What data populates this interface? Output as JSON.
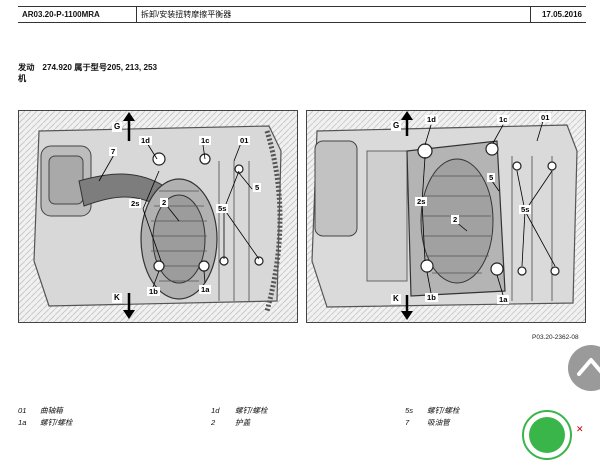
{
  "header": {
    "doc_code": "AR03.20-P-1100MRA",
    "title": "拆卸/安装扭转摩擦平衡器",
    "date": "17.05.2016"
  },
  "engine": {
    "label_line1": "发动",
    "label_line2": "机",
    "model": "274.920",
    "applies_to": "属于型号205, 213, 253"
  },
  "figure_left": {
    "callouts": {
      "c7": "7",
      "c1d": "1d",
      "c1c": "1c",
      "c01": "01",
      "c5": "5",
      "c2s": "2s",
      "c2": "2",
      "c5s": "5s",
      "c1b": "1b",
      "c1a": "1a"
    },
    "arrow_up_label": "G",
    "arrow_down_label": "K"
  },
  "figure_right": {
    "callouts": {
      "c1d": "1d",
      "c1c": "1c",
      "c01": "01",
      "c5": "5",
      "c2s": "2s",
      "c2": "2",
      "c5s": "5s",
      "c1b": "1b",
      "c1a": "1a"
    },
    "arrow_up_label": "G",
    "arrow_down_label": "K"
  },
  "figure_ref": "P03.20-2362-08",
  "legend": [
    {
      "num": "01",
      "text": "曲轴箱"
    },
    {
      "num": "1a",
      "text": "螺钉/螺栓"
    },
    {
      "num": "1d",
      "text": "螺钉/螺栓"
    },
    {
      "num": "2",
      "text": "护盖"
    },
    {
      "num": "5s",
      "text": "螺钉/螺栓"
    },
    {
      "num": "7",
      "text": "吸油管"
    }
  ],
  "icons": {
    "nav": "chevron-up-icon",
    "badge": "green-badge-icon"
  },
  "colors": {
    "nav_button": "#9a9a9a",
    "badge_green": "#39b54a"
  }
}
